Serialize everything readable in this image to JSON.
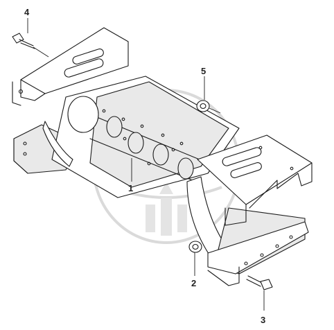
{
  "callouts": [
    {
      "id": "1",
      "label": "1",
      "part": "frame"
    },
    {
      "id": "2",
      "label": "2",
      "part": "nut"
    },
    {
      "id": "3",
      "label": "3",
      "part": "bolt"
    },
    {
      "id": "4",
      "label": "4",
      "part": "bolt"
    },
    {
      "id": "5",
      "label": "5",
      "part": "nut"
    }
  ],
  "colors": {
    "line": "#1a1a1a",
    "watermark": "#d6d6d6",
    "label": "#222222"
  }
}
